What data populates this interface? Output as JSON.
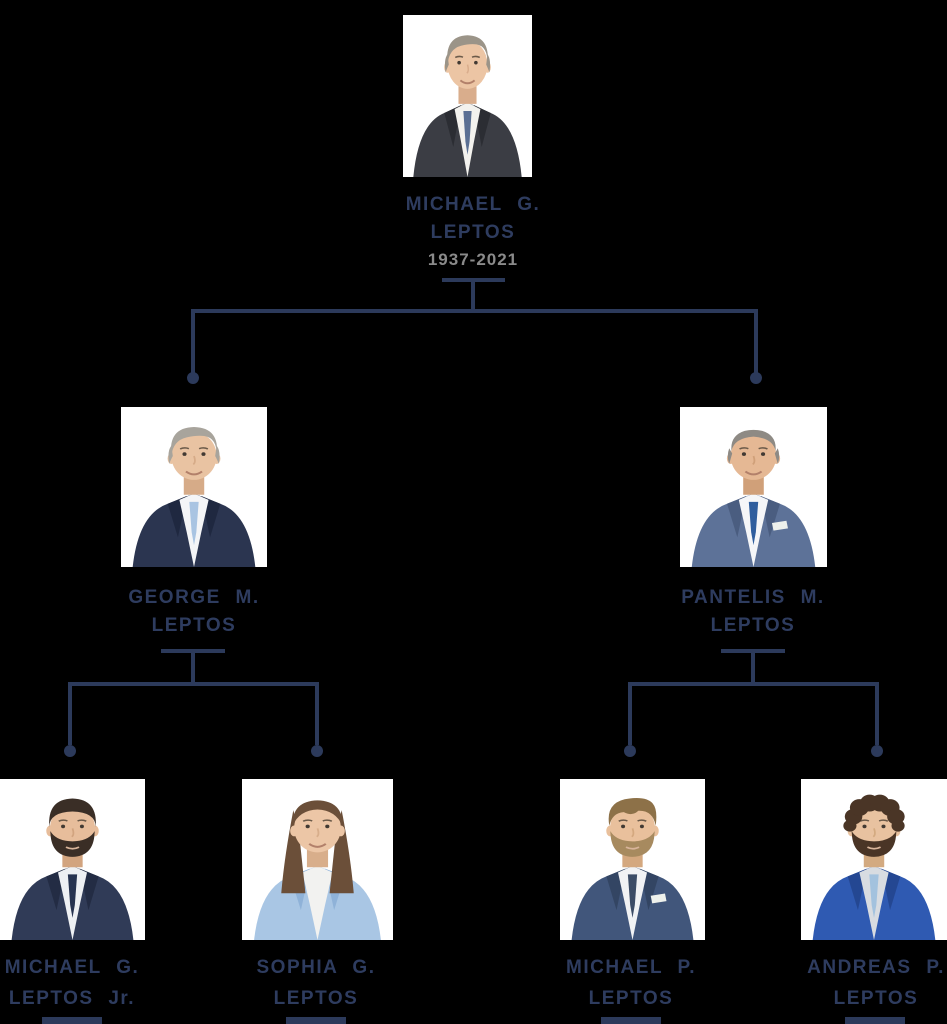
{
  "page": {
    "background": "#000000",
    "line_color": "#2c3a5b",
    "name_color": "#2e3c5f",
    "dates_color": "#8a8a8a"
  },
  "people": {
    "root": {
      "name_line1": "MICHAEL G.",
      "name_line2": "LEPTOS",
      "dates": "1937-2021",
      "portrait": {
        "skin": "#ecc5a4",
        "skin_shadow": "#d9ad8c",
        "hair": "#9b9488",
        "hairstyle": "swept",
        "suit": "#3b3d44",
        "suit_shadow": "#2b2d33",
        "shirt": "#f3f2ee",
        "tie": "#5a6f93",
        "beard": null,
        "pocket_square": false,
        "smile": true
      }
    },
    "george": {
      "name_line1": "GEORGE M.",
      "name_line2": "LEPTOS",
      "portrait": {
        "skin": "#e9c3a2",
        "skin_shadow": "#d6ab88",
        "hair": "#a8a49c",
        "hairstyle": "swept",
        "suit": "#2b3550",
        "suit_shadow": "#1f2840",
        "shirt": "#f4f5f7",
        "tie": "#a9c4e2",
        "beard": null,
        "pocket_square": false,
        "smile": true
      }
    },
    "pantelis": {
      "name_line1": "PANTELIS M.",
      "name_line2": "LEPTOS",
      "portrait": {
        "skin": "#e5b894",
        "skin_shadow": "#d0a079",
        "hair": "#8e8a84",
        "hairstyle": "balding",
        "suit": "#5d7298",
        "suit_shadow": "#4a5d80",
        "shirt": "#f5f6f8",
        "tie": "#2f5e9e",
        "beard": null,
        "pocket_square": true,
        "smile": true
      }
    },
    "michael_jr": {
      "name_line1": "MICHAEL G.",
      "name_line2": "LEPTOS Jr.",
      "portrait": {
        "skin": "#e7bd9b",
        "skin_shadow": "#d2a47f",
        "hair": "#3a2e26",
        "hairstyle": "short",
        "suit": "#303b57",
        "suit_shadow": "#232c44",
        "shirt": "#eef0f3",
        "tie": "#273350",
        "beard": "#3a2e26",
        "pocket_square": false,
        "smile": false
      }
    },
    "sophia": {
      "name_line1": "SOPHIA G.",
      "name_line2": "LEPTOS",
      "portrait": {
        "skin": "#ecc6a6",
        "skin_shadow": "#d8ae8b",
        "hair": "#6b4f39",
        "hairstyle": "long",
        "suit": "#a9c6e4",
        "suit_shadow": "#8fb2d8",
        "shirt": "#f2f2f0",
        "tie": null,
        "beard": null,
        "pocket_square": false,
        "smile": true
      }
    },
    "michael_p": {
      "name_line1": "MICHAEL P.",
      "name_line2": "LEPTOS",
      "portrait": {
        "skin": "#e9c09c",
        "skin_shadow": "#d4a87f",
        "hair": "#8d7148",
        "hairstyle": "wavy",
        "suit": "#41567b",
        "suit_shadow": "#334563",
        "shirt": "#f1f2f4",
        "tie": "#3c4c66",
        "beard": "#a78a5f",
        "pocket_square": true,
        "smile": false
      }
    },
    "andreas": {
      "name_line1": "ANDREAS P.",
      "name_line2": "LEPTOS",
      "portrait": {
        "skin": "#e8c2a0",
        "skin_shadow": "#d3aa80",
        "hair": "#4a3526",
        "hairstyle": "curly",
        "suit": "#2f5ab2",
        "suit_shadow": "#244792",
        "shirt": "#d8dce1",
        "tie": "#a3c2de",
        "beard": "#4a3526",
        "pocket_square": false,
        "smile": false
      }
    }
  }
}
